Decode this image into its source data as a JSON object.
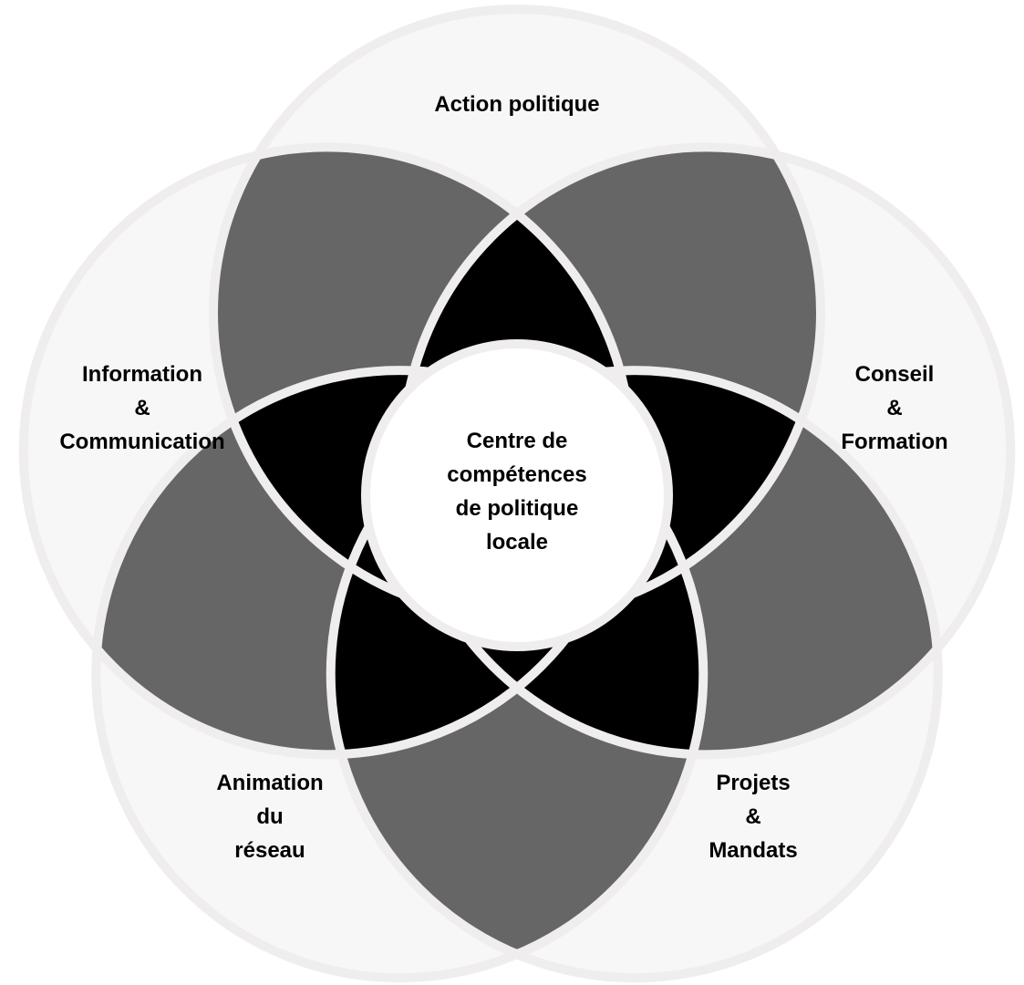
{
  "diagram": {
    "center": {
      "lines": [
        "Centre de",
        "compétences",
        "de politique",
        "locale"
      ]
    },
    "petals": [
      {
        "id": "action-politique",
        "lines": [
          "Action politique"
        ]
      },
      {
        "id": "conseil-formation",
        "lines": [
          "Conseil",
          "&",
          "Formation"
        ]
      },
      {
        "id": "projets-mandats",
        "lines": [
          "Projets",
          "&",
          "Mandats"
        ]
      },
      {
        "id": "animation-reseau",
        "lines": [
          "Animation",
          "du",
          "réseau"
        ]
      },
      {
        "id": "information-communication",
        "lines": [
          "Information",
          "&",
          "Communication"
        ]
      }
    ],
    "colors": {
      "circle_fill": "#f7f7f7",
      "circle_border": "#efedee",
      "pair_overlap": "#666666",
      "triple_overlap": "#000000",
      "center_fill": "#ffffff"
    }
  }
}
